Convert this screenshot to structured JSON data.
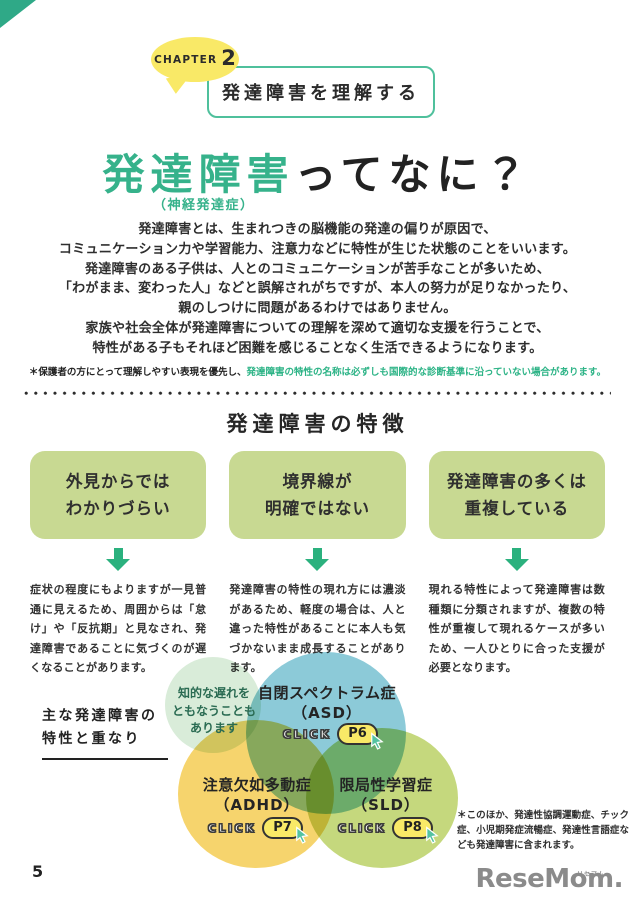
{
  "chapter": {
    "label": "CHAPTER",
    "number": "2",
    "subtitle": "発達障害を理解する"
  },
  "title": {
    "highlight": "発達障害",
    "rest": "ってなに？",
    "sub": "（神経発達症）"
  },
  "intro": {
    "lines": [
      "発達障害とは、生まれつきの脳機能の発達の偏りが原因で、",
      "コミュニケーション力や学習能力、注意力などに特性が生じた状態のことをいいます。",
      "発達障害のある子供は、人とのコミュニケーションが苦手なことが多いため、",
      "「わがまま、変わった人」などと誤解されがちですが、本人の努力が足りなかったり、",
      "親のしつけに問題があるわけではありません。",
      "家族や社会全体が発達障害についての理解を深めて適切な支援を行うことで、",
      "特性がある子もそれほど困難を感じることなく生活できるようになります。"
    ],
    "footnote_plain": "＊保護者の方にとって理解しやすい表現を優先し、",
    "footnote_green": "発達障害の特性の名称は必ずしも国際的な診断基準に沿っていない場合があります。"
  },
  "features": {
    "section_title": "発達障害の特徴",
    "items": [
      {
        "heading1": "外見からでは",
        "heading2": "わかりづらい",
        "body": "症状の程度にもよりますが一見普通に見えるため、周囲からは「怠け」や「反抗期」と見なされ、発達障害であることに気づくのが遅くなることがあります。"
      },
      {
        "heading1": "境界線が",
        "heading2": "明確ではない",
        "body": "発達障害の特性の現れ方には濃淡があるため、軽度の場合は、人と違った特性があることに本人も気づかないまま成長することがあります。"
      },
      {
        "heading1": "発達障害の多くは",
        "heading2": "重複している",
        "body": "現れる特性によって発達障害は数種類に分類されますが、複数の特性が重複して現れるケースが多いため、一人ひとりに合った支援が必要となります。"
      }
    ]
  },
  "venn": {
    "side_label_line1": "主な発達障害の",
    "side_label_line2": "特性と重なり",
    "bubble_lines": [
      "知的な遅れを",
      "ともなうことも",
      "あります"
    ],
    "asd": {
      "label": "自閉スペクトラム症",
      "abbr": "（ASD）",
      "click_label": "CLICK",
      "page_ref": "P6"
    },
    "adhd": {
      "label": "注意欠如多動症",
      "abbr": "（ADHD）",
      "click_label": "CLICK",
      "page_ref": "P7"
    },
    "sld": {
      "label": "限局性学習症",
      "abbr": "（SLD）",
      "click_label": "CLICK",
      "page_ref": "P8"
    },
    "footnote": "＊このほか、発達性協調運動症、チック症、小児期発症流暢症、発達性言語症なども発達障害に含まれます。"
  },
  "footer": {
    "page_number": "5",
    "logo_text": "ReseMom.",
    "logo_ruby": "リセマム"
  },
  "colors": {
    "accent_green": "#36b28b",
    "note_green": "#2cb386",
    "bubble_yellow": "#f9e967",
    "feature_box_green": "#c8d992",
    "venn_blue": "#8ccad8",
    "venn_yellow": "#f6d46d",
    "venn_green": "#c5d87d",
    "venn_mint": "#d9ecd9",
    "logo_gray": "#8b8b8b"
  }
}
